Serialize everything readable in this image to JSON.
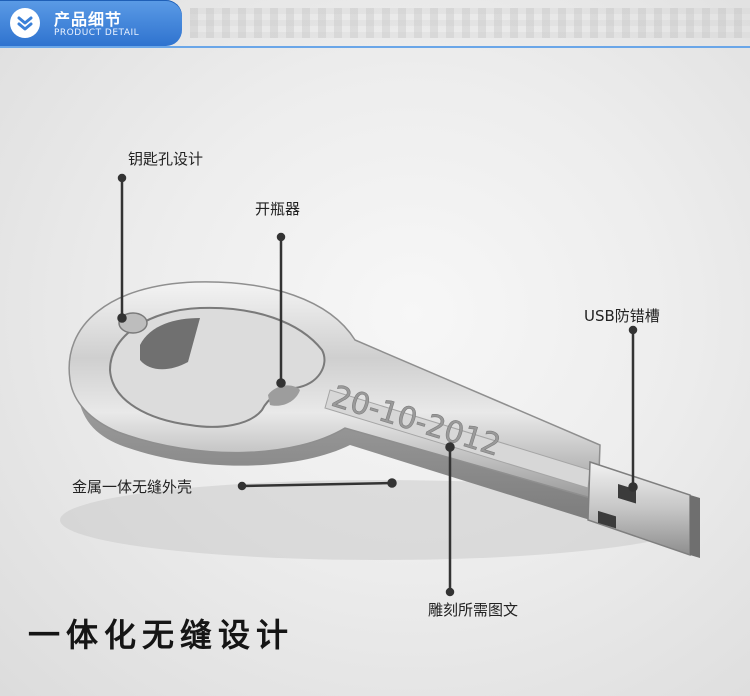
{
  "header": {
    "title": "产品细节",
    "subtitle": "PRODUCT DETAIL"
  },
  "callouts": [
    {
      "id": "key-hole",
      "label": "钥匙孔设计"
    },
    {
      "id": "bottle-opener",
      "label": "开瓶器"
    },
    {
      "id": "usb-slot",
      "label": "USB防错槽"
    },
    {
      "id": "metal-shell",
      "label": "金属一体无缝外壳"
    },
    {
      "id": "engraving",
      "label": "雕刻所需图文"
    }
  ],
  "product": {
    "engraving_text": "20-10-2012"
  },
  "caption": "一体化无缝设计",
  "colors": {
    "header_blue": "#3a80d8",
    "accent_dot": "#333333"
  }
}
